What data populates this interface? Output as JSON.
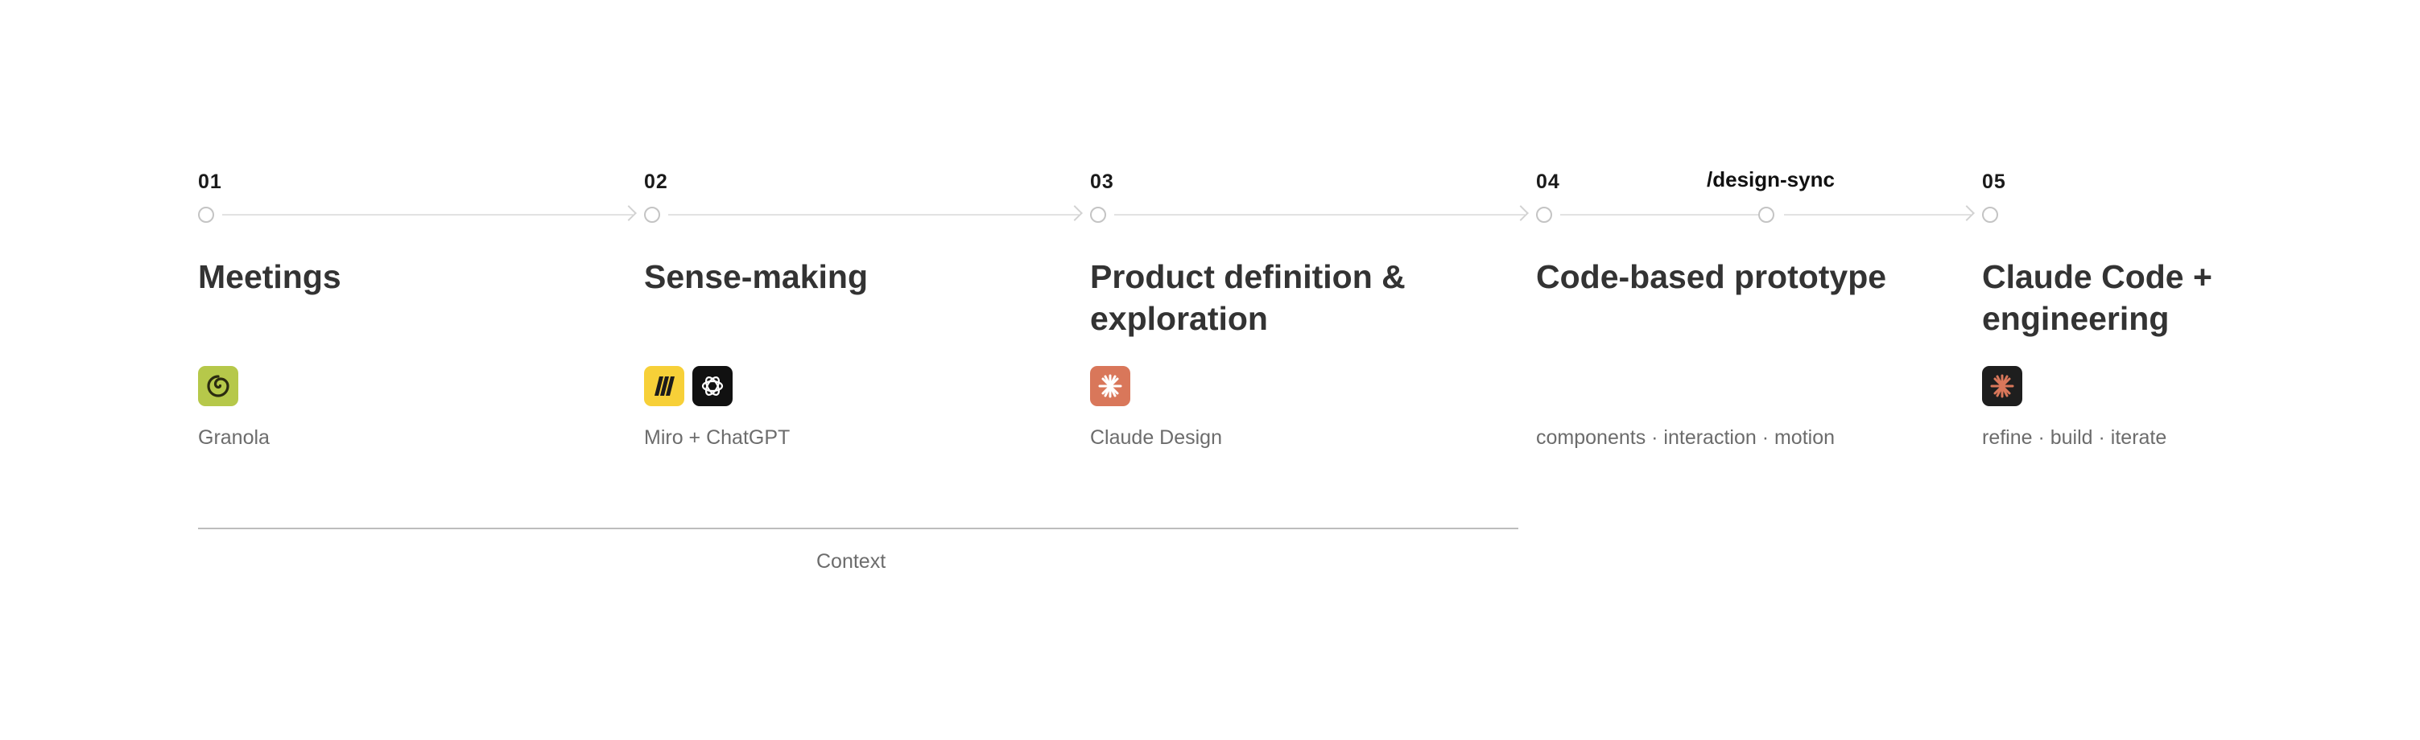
{
  "steps": [
    {
      "number": "01",
      "title": "Meetings",
      "tools": [
        "granola-icon"
      ],
      "caption": "Granola"
    },
    {
      "number": "02",
      "title": "Sense-making",
      "tools": [
        "miro-icon",
        "chatgpt-icon"
      ],
      "caption": "Miro + ChatGPT"
    },
    {
      "number": "03",
      "title": "Product definition & exploration",
      "tools": [
        "claude-design-icon"
      ],
      "caption": "Claude Design"
    },
    {
      "number": "04",
      "title": "Code-based prototype",
      "tools": [],
      "caption": "components · interaction · motion"
    },
    {
      "number": "05",
      "title": "Claude Code + engineering",
      "tools": [
        "claude-code-icon"
      ],
      "caption": "refine · build · iterate"
    }
  ],
  "connector_label": "/design-sync",
  "context_label": "Context",
  "colors": {
    "granola": "#b6c84a",
    "miro": "#f7d038",
    "chatgpt": "#111111",
    "claude_design": "#d9775a",
    "claude_code": "#1e1e1e"
  }
}
